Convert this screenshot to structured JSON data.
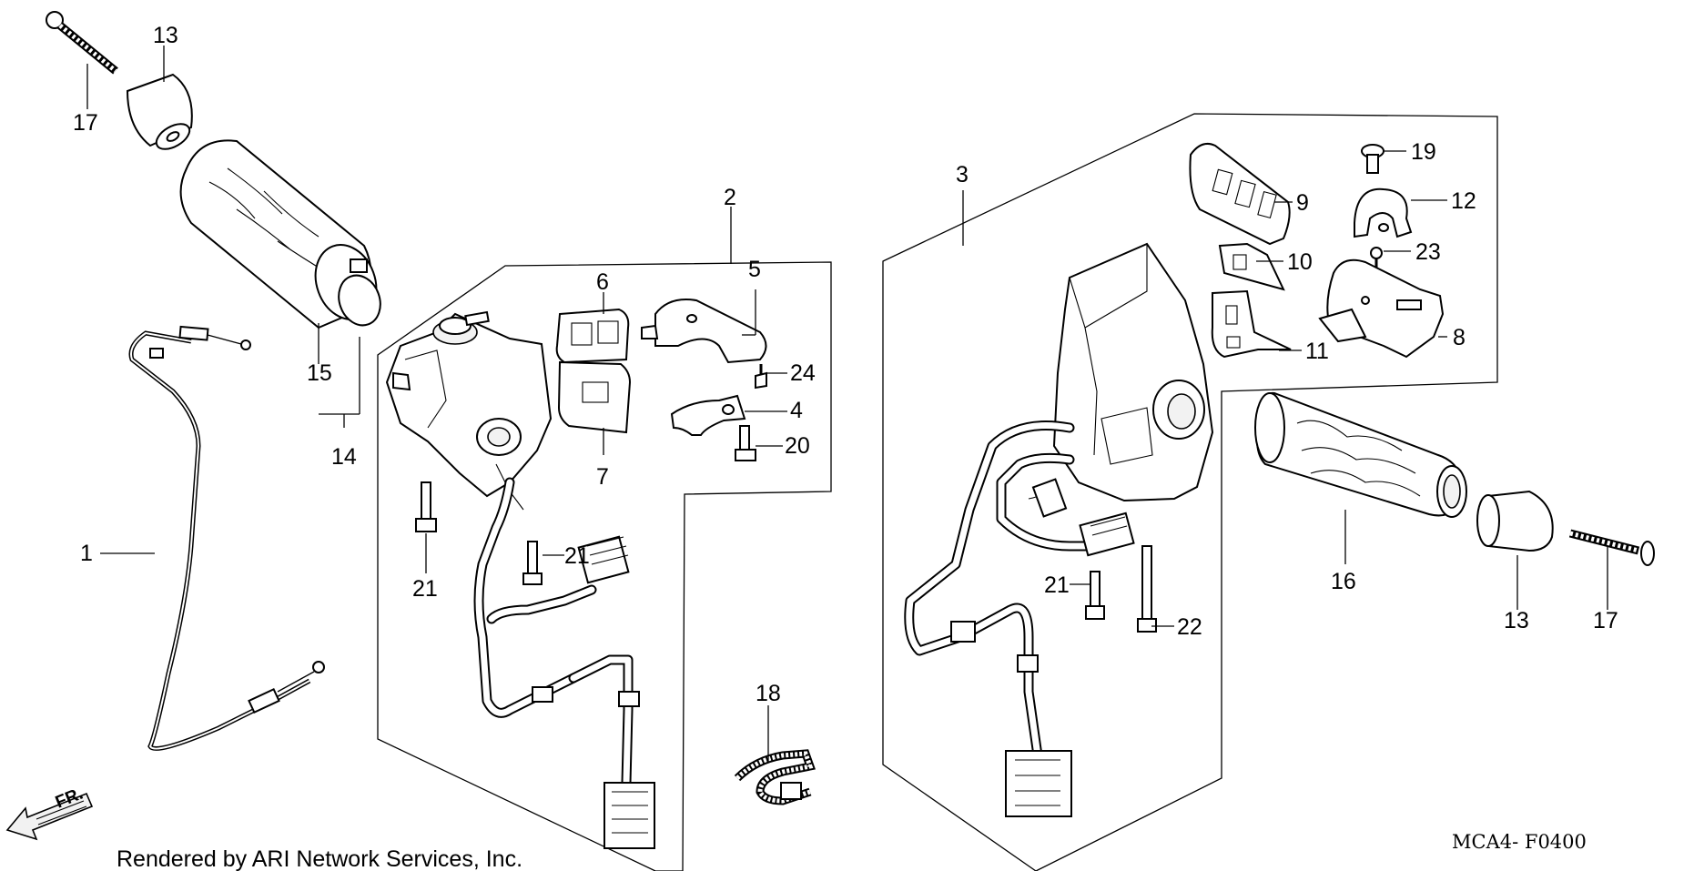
{
  "diagram": {
    "drawing_code": "MCA4- F0400",
    "credit": "Rendered by ARI Network Services, Inc.",
    "direction_label": "FR.",
    "callouts": {
      "c1": "1",
      "c2": "2",
      "c3": "3",
      "c4": "4",
      "c5": "5",
      "c6": "6",
      "c7": "7",
      "c8": "8",
      "c9": "9",
      "c10": "10",
      "c11": "11",
      "c12": "12",
      "c13_left": "13",
      "c13_right": "13",
      "c14": "14",
      "c15": "15",
      "c16": "16",
      "c17_left": "17",
      "c17_right": "17",
      "c18": "18",
      "c19": "19",
      "c20": "20",
      "c21_a": "21",
      "c21_b": "21",
      "c21_c": "21",
      "c22": "22",
      "c23": "23",
      "c24": "24"
    }
  }
}
